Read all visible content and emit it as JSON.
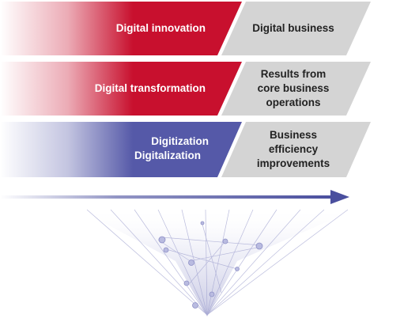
{
  "colors": {
    "innovation": "#c8102e",
    "transformation": "#c8102e",
    "digitization": "#5559a8",
    "result_box": "#d4d4d4",
    "arrow": "#4a4f9e",
    "network": "#8e90c6"
  },
  "tiers": [
    {
      "left_label": "Digital innovation",
      "right_lines": [
        "Digital business"
      ]
    },
    {
      "left_label": "Digital transformation",
      "right_lines": [
        "Results from",
        "core business",
        "operations"
      ]
    },
    {
      "left_label_lines": [
        "Digitization",
        "Digitalization"
      ],
      "right_lines": [
        "Business",
        "efficiency",
        "improvements"
      ]
    }
  ],
  "arrow_icon": "right-arrow-icon",
  "network_icon": "network-funnel-graphic"
}
